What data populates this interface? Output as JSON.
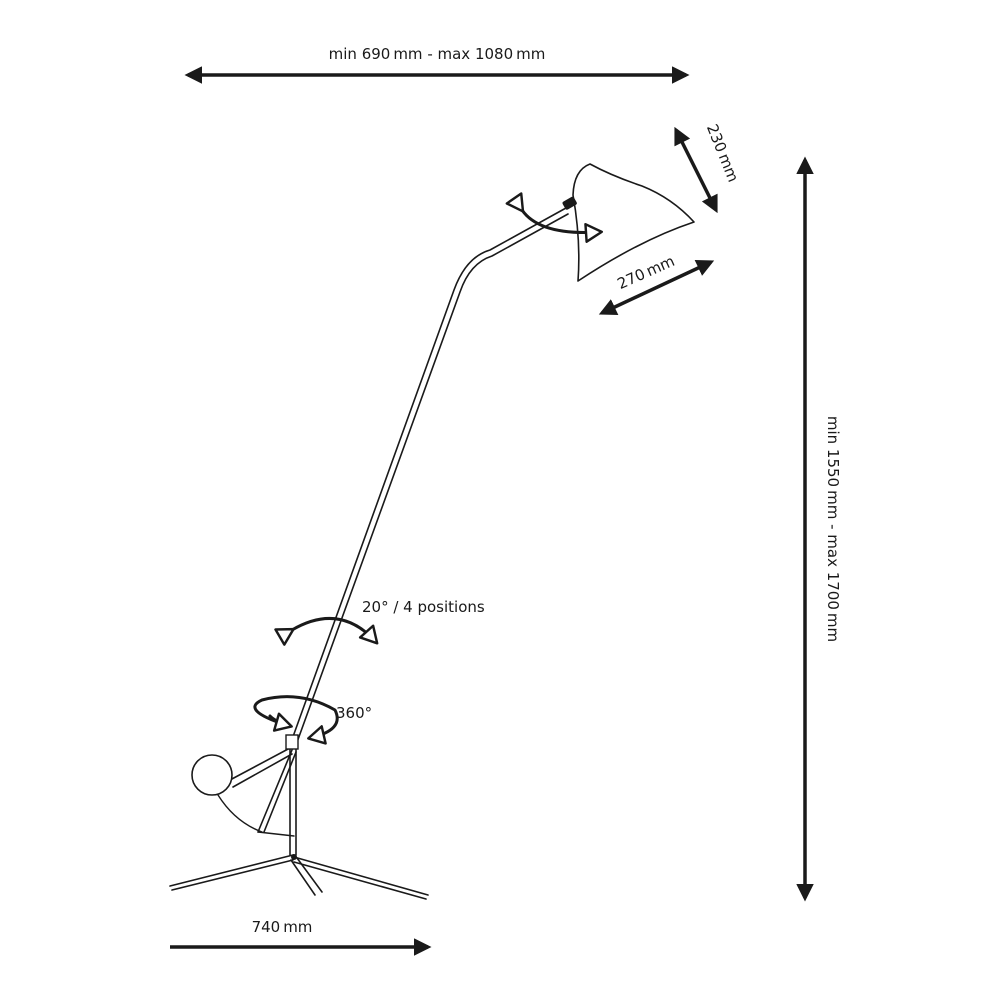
{
  "dimensions": {
    "arm_reach": "min 690 mm - max 1080 mm",
    "shade_height": "230 mm",
    "shade_width": "270 mm",
    "total_height": "min 1550 mm - max 1700 mm",
    "base_width": "740 mm"
  },
  "adjustments": {
    "tilt": "20° / 4 positions",
    "rotation": "360°"
  },
  "colors": {
    "ink": "#1a1a1a",
    "background": "#ffffff"
  }
}
